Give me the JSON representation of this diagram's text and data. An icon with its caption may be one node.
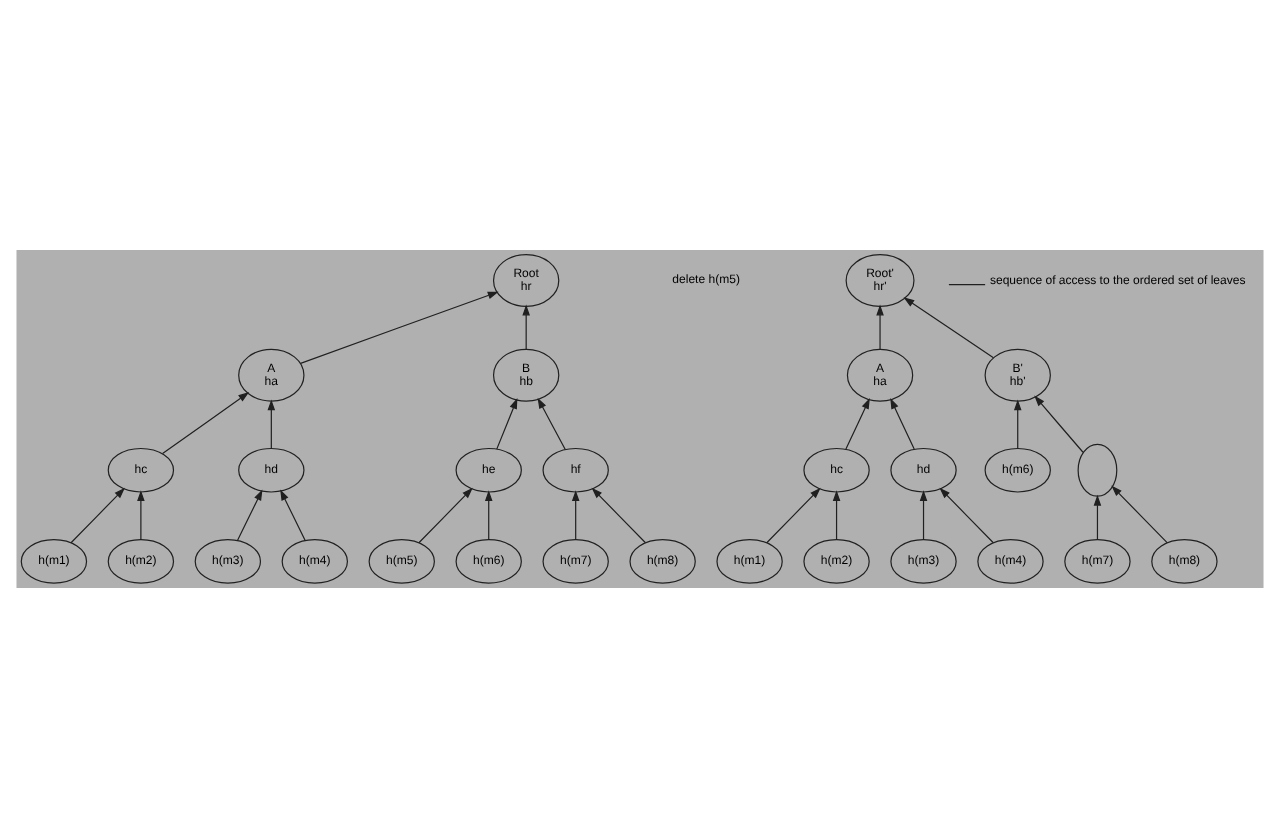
{
  "diagram": {
    "nodes": [
      {
        "text": [
          "Root",
          "hr"
        ]
      },
      {
        "text": [
          "A",
          "ha"
        ]
      },
      {
        "text": [
          "B",
          "hb"
        ]
      },
      {
        "text": [
          "hc"
        ]
      },
      {
        "text": [
          "hd"
        ]
      },
      {
        "text": [
          "he"
        ]
      },
      {
        "text": [
          "hf"
        ]
      },
      {
        "text": [
          "h(m1)"
        ]
      },
      {
        "text": [
          "h(m2)"
        ]
      },
      {
        "text": [
          "h(m3)"
        ]
      },
      {
        "text": [
          "h(m4)"
        ]
      },
      {
        "text": [
          "h(m5)"
        ]
      },
      {
        "text": [
          "h(m6)"
        ]
      },
      {
        "text": [
          "h(m7)"
        ]
      },
      {
        "text": [
          "h(m8)"
        ]
      },
      {
        "text": [
          "Root'",
          "hr'"
        ]
      },
      {
        "text": [
          "A",
          "ha"
        ]
      },
      {
        "text": [
          "B'",
          "hb'"
        ]
      },
      {
        "text": [
          "hc"
        ]
      },
      {
        "text": [
          "hd"
        ]
      },
      {
        "text": [
          "h(m6)"
        ]
      },
      {
        "text": [],
        "shape": "circle"
      },
      {
        "text": [
          "h(m1)"
        ]
      },
      {
        "text": [
          "h(m2)"
        ]
      },
      {
        "text": [
          "h(m3)"
        ]
      },
      {
        "text": [
          "h(m4)"
        ]
      },
      {
        "text": [
          "h(m7)"
        ]
      },
      {
        "text": [
          "h(m8)"
        ]
      }
    ],
    "edges": [
      {
        "from": 1,
        "to": 0,
        "arrow": "to"
      },
      {
        "from": 2,
        "to": 0,
        "arrow": "to"
      },
      {
        "from": 3,
        "to": 1,
        "arrow": "to"
      },
      {
        "from": 4,
        "to": 1,
        "arrow": "to"
      },
      {
        "from": 5,
        "to": 2,
        "arrow": "to"
      },
      {
        "from": 6,
        "to": 2,
        "arrow": "to"
      },
      {
        "from": 7,
        "to": 3,
        "arrow": "to"
      },
      {
        "from": 8,
        "to": 3,
        "arrow": "to"
      },
      {
        "from": 9,
        "to": 4,
        "arrow": "to"
      },
      {
        "from": 10,
        "to": 4,
        "arrow": "to"
      },
      {
        "from": 11,
        "to": 5,
        "arrow": "to"
      },
      {
        "from": 12,
        "to": 5,
        "arrow": "to"
      },
      {
        "from": 13,
        "to": 6,
        "arrow": "to"
      },
      {
        "from": 14,
        "to": 6,
        "arrow": "to"
      },
      {
        "from": 16,
        "to": 15,
        "arrow": "to"
      },
      {
        "from": 17,
        "to": 15,
        "arrow": "to"
      },
      {
        "from": 18,
        "to": 16,
        "arrow": "to"
      },
      {
        "from": 19,
        "to": 16,
        "arrow": "to"
      },
      {
        "from": 20,
        "to": 17,
        "arrow": "to"
      },
      {
        "from": 21,
        "to": 17,
        "arrow": "to"
      },
      {
        "from": 22,
        "to": 18,
        "arrow": "to"
      },
      {
        "from": 23,
        "to": 18,
        "arrow": "to"
      },
      {
        "from": 24,
        "to": 19,
        "arrow": "to"
      },
      {
        "from": 25,
        "to": 19,
        "arrow": "to"
      },
      {
        "from": 26,
        "to": 21,
        "arrow": "to"
      },
      {
        "from": 27,
        "to": 21,
        "arrow": "to"
      }
    ],
    "labels": [
      "delete h(m5)"
    ],
    "legend": [
      {
        "text": "sequence of access to the ordered set of leaves"
      }
    ]
  }
}
